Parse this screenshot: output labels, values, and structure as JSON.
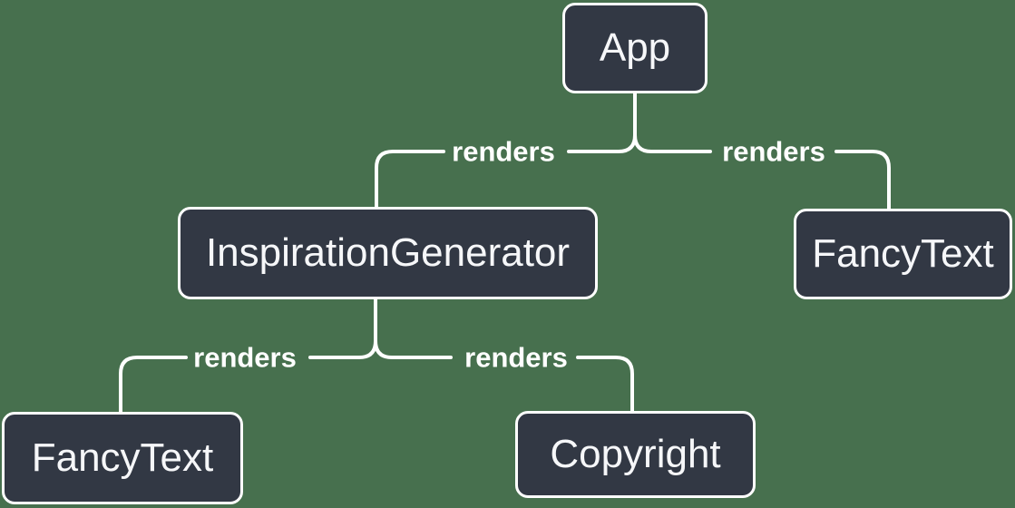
{
  "diagram": {
    "type": "tree",
    "background_color": "#47704E",
    "node_fill_color": "#323844",
    "node_border_color": "#FFFFFF",
    "node_text_color": "#F6F7F9",
    "connector_color": "#FFFFFF",
    "edge_label_color": "#FFFFFF",
    "nodes": [
      {
        "id": "app",
        "label": "App"
      },
      {
        "id": "inspiration-generator",
        "label": "InspirationGenerator"
      },
      {
        "id": "fancy-text-top",
        "label": "FancyText"
      },
      {
        "id": "fancy-text-bottom",
        "label": "FancyText"
      },
      {
        "id": "copyright",
        "label": "Copyright"
      }
    ],
    "edges": [
      {
        "from": "App",
        "to": "InspirationGenerator",
        "label": "renders"
      },
      {
        "from": "App",
        "to": "FancyText",
        "label": "renders"
      },
      {
        "from": "InspirationGenerator",
        "to": "FancyText",
        "label": "renders"
      },
      {
        "from": "InspirationGenerator",
        "to": "Copyright",
        "label": "renders"
      }
    ]
  }
}
